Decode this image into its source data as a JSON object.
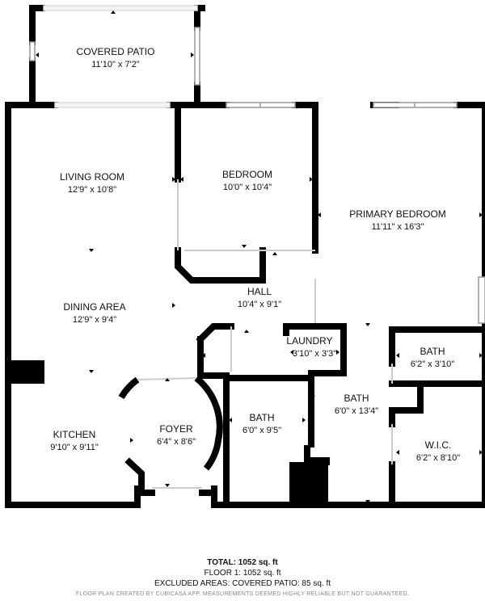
{
  "rooms": {
    "covered_patio": {
      "name": "COVERED PATIO",
      "dim": "11'10\" x 7'2\""
    },
    "living_room": {
      "name": "LIVING ROOM",
      "dim": "12'9\" x 10'8\""
    },
    "bedroom": {
      "name": "BEDROOM",
      "dim": "10'0\" x 10'4\""
    },
    "primary_bedroom": {
      "name": "PRIMARY BEDROOM",
      "dim": "11'11\" x 16'3\""
    },
    "hall": {
      "name": "HALL",
      "dim": "10'4\" x 9'1\""
    },
    "dining_area": {
      "name": "DINING AREA",
      "dim": "12'9\" x 9'4\""
    },
    "laundry": {
      "name": "LAUNDRY",
      "dim": "3'10\" x 3'3\""
    },
    "bath_small": {
      "name": "BATH",
      "dim": "6'2\" x 3'10\""
    },
    "bath_center": {
      "name": "BATH",
      "dim": "6'0\" x 13'4\""
    },
    "bath_left": {
      "name": "BATH",
      "dim": "6'0\" x 9'5\""
    },
    "foyer": {
      "name": "FOYER",
      "dim": "6'4\" x 8'6\""
    },
    "kitchen": {
      "name": "KITCHEN",
      "dim": "9'10\" x 9'11\""
    },
    "wic": {
      "name": "W.I.C.",
      "dim": "6'2\" x 8'10\""
    }
  },
  "totals": {
    "total_label": "TOTAL: 1052 sq. ft",
    "floor_label": "FLOOR 1: 1052 sq. ft",
    "excluded_label": "EXCLUDED AREAS: COVERED PATIO: 85 sq. ft"
  },
  "credit": "FLOOR PLAN CREATED BY CUBICASA APP. MEASUREMENTS DEEMED HIGHLY RELIABLE BUT NOT GUARANTEED.",
  "colors": {
    "wall": "#000000",
    "window": "#bbbbbb",
    "door": "#cccccc",
    "text": "#111111"
  }
}
